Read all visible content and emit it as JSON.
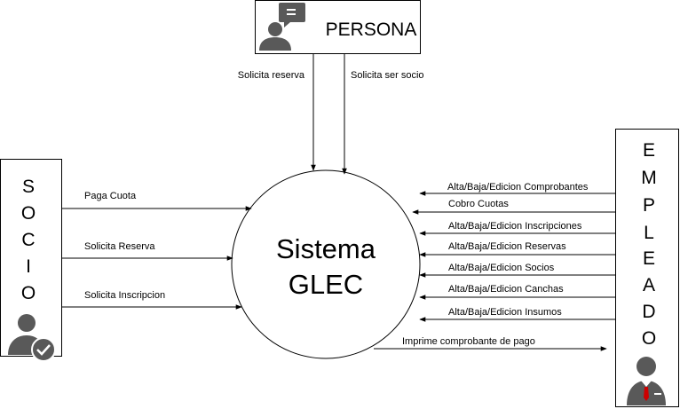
{
  "colors": {
    "icon_gray": "#595959",
    "check_bg": "#595959",
    "tie_red": "#cc0000"
  },
  "persona": {
    "label": "PERSONA",
    "icon": "person-chat-icon"
  },
  "socio": {
    "letters": [
      "S",
      "O",
      "C",
      "I",
      "O"
    ],
    "icon": "person-check-icon"
  },
  "empleado": {
    "letters": [
      "E",
      "M",
      "P",
      "L",
      "E",
      "A",
      "D",
      "O"
    ],
    "icon": "employee-icon"
  },
  "system": {
    "line1": "Sistema",
    "line2": "GLEC"
  },
  "persona_flows": [
    "Solicita reserva",
    "Solicita ser socio"
  ],
  "socio_flows": [
    "Paga Cuota",
    "Solicita Reserva",
    "Solicita Inscripcion"
  ],
  "empleado_flows": [
    "Alta/Baja/Edicion Comprobantes",
    "Cobro Cuotas",
    "Alta/Baja/Edicion Inscripciones",
    "Alta/Baja/Edicion Reservas",
    "Alta/Baja/Edicion Socios",
    "Alta/Baja/Edicion Canchas",
    "Alta/Baja/Edicion Insumos"
  ],
  "output_flow": "Imprime comprobante de pago"
}
